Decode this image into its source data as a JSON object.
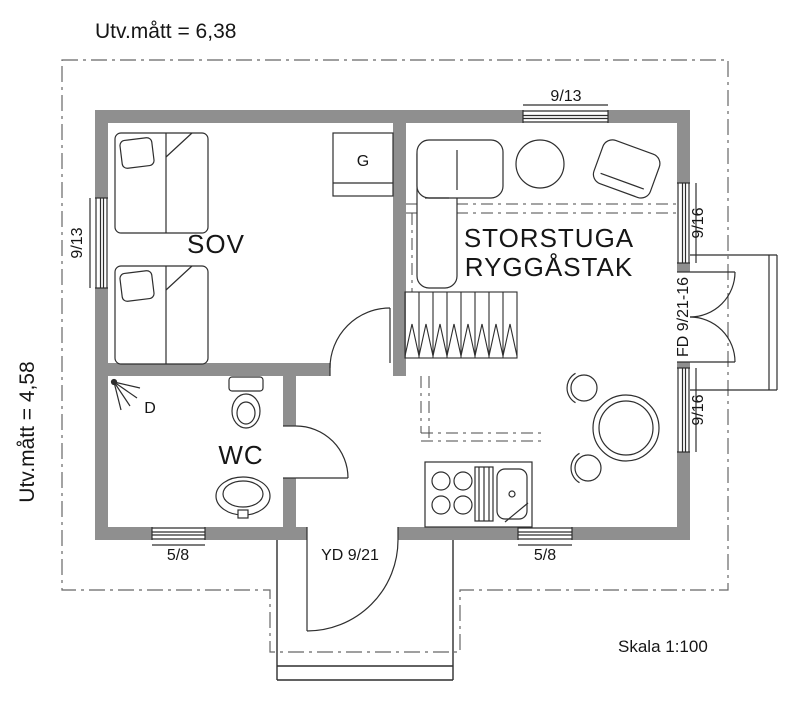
{
  "dimensions": {
    "top": "Utv.mått = 6,38",
    "left": "Utv.mått = 4,58"
  },
  "scale_label": "Skala 1:100",
  "rooms": {
    "sov": "SOV",
    "storstuga_line1": "STORSTUGA",
    "storstuga_line2": "RYGGÅSTAK",
    "wc": "WC",
    "wardrobe": "G",
    "shower": "D"
  },
  "openings": {
    "window_top": "9/13",
    "window_left": "9/13",
    "window_right_upper": "9/16",
    "window_right_lower": "9/16",
    "double_door_right": "FD 9/21-16",
    "window_bottom_left": "5/8",
    "window_bottom_right": "5/8",
    "entry_door": "YD 9/21"
  },
  "colors": {
    "wall": "#8f8f8f",
    "line": "#2e2e2e",
    "roofline": "#666666",
    "background": "#ffffff"
  }
}
